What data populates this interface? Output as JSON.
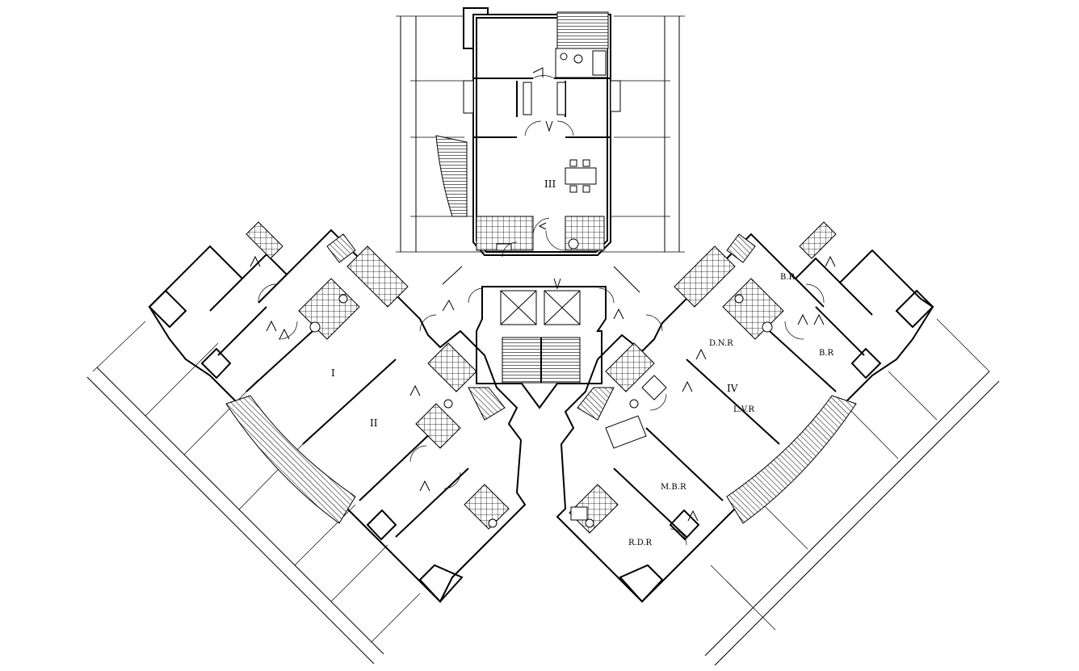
{
  "units": [
    {
      "id": "unit-1",
      "label": "I"
    },
    {
      "id": "unit-2",
      "label": "II"
    },
    {
      "id": "unit-3",
      "label": "III"
    },
    {
      "id": "unit-4",
      "label": "IV"
    }
  ],
  "room_labels": {
    "bedroom_upper": "B.R",
    "bedroom_lower": "B.R",
    "dining_room": "D.N.R",
    "living_room": "L.V.R",
    "master_bedroom": "M.B.R",
    "reading_room": "R.D.R"
  }
}
